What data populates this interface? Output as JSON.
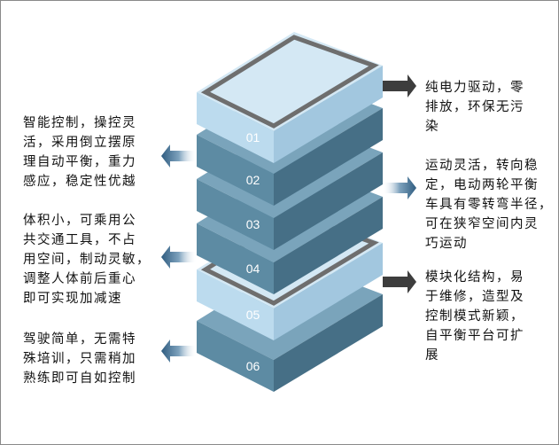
{
  "layers": [
    {
      "number": "01",
      "style": "frame-light"
    },
    {
      "number": "02",
      "style": "dark"
    },
    {
      "number": "03",
      "style": "dark"
    },
    {
      "number": "04",
      "style": "dark"
    },
    {
      "number": "05",
      "style": "frame-light"
    },
    {
      "number": "06",
      "style": "dark"
    }
  ],
  "descriptions": [
    {
      "side": "right",
      "text": "纯电力驱动，零\n排放，环保无污\n染"
    },
    {
      "side": "left",
      "text": "智能控制，操控灵\n活，采用倒立摆原\n理自动平衡，重力\n感应，稳定性优越"
    },
    {
      "side": "right",
      "text": "运动灵活，转向稳\n定，电动两轮平衡\n车具有零转弯半径，\n可在狭窄空间内灵\n巧运动"
    },
    {
      "side": "left",
      "text": "体积小，可乘用公\n共交通工具，不占\n用空间，制动灵敏，\n调整人体前后重心\n即可实现加减速"
    },
    {
      "side": "right",
      "text": "模块化结构，易\n于维修，造型及\n控制模式新颖，\n自平衡平台可扩\n展"
    },
    {
      "side": "left",
      "text": "驾驶简单，无需特\n殊培训，只需稍加\n熟练即可自如控制"
    }
  ],
  "colors": {
    "light_face": "#d4e8f4",
    "light_front": "#bcdbee",
    "light_side": "#a2c7df",
    "dark_top": "#7aa4bb",
    "dark_front": "#5d8ba3",
    "dark_side": "#466f86",
    "frame_border": "#6e6e6e",
    "arrow": "#3d3d3d",
    "number_text": "#ffffff"
  }
}
